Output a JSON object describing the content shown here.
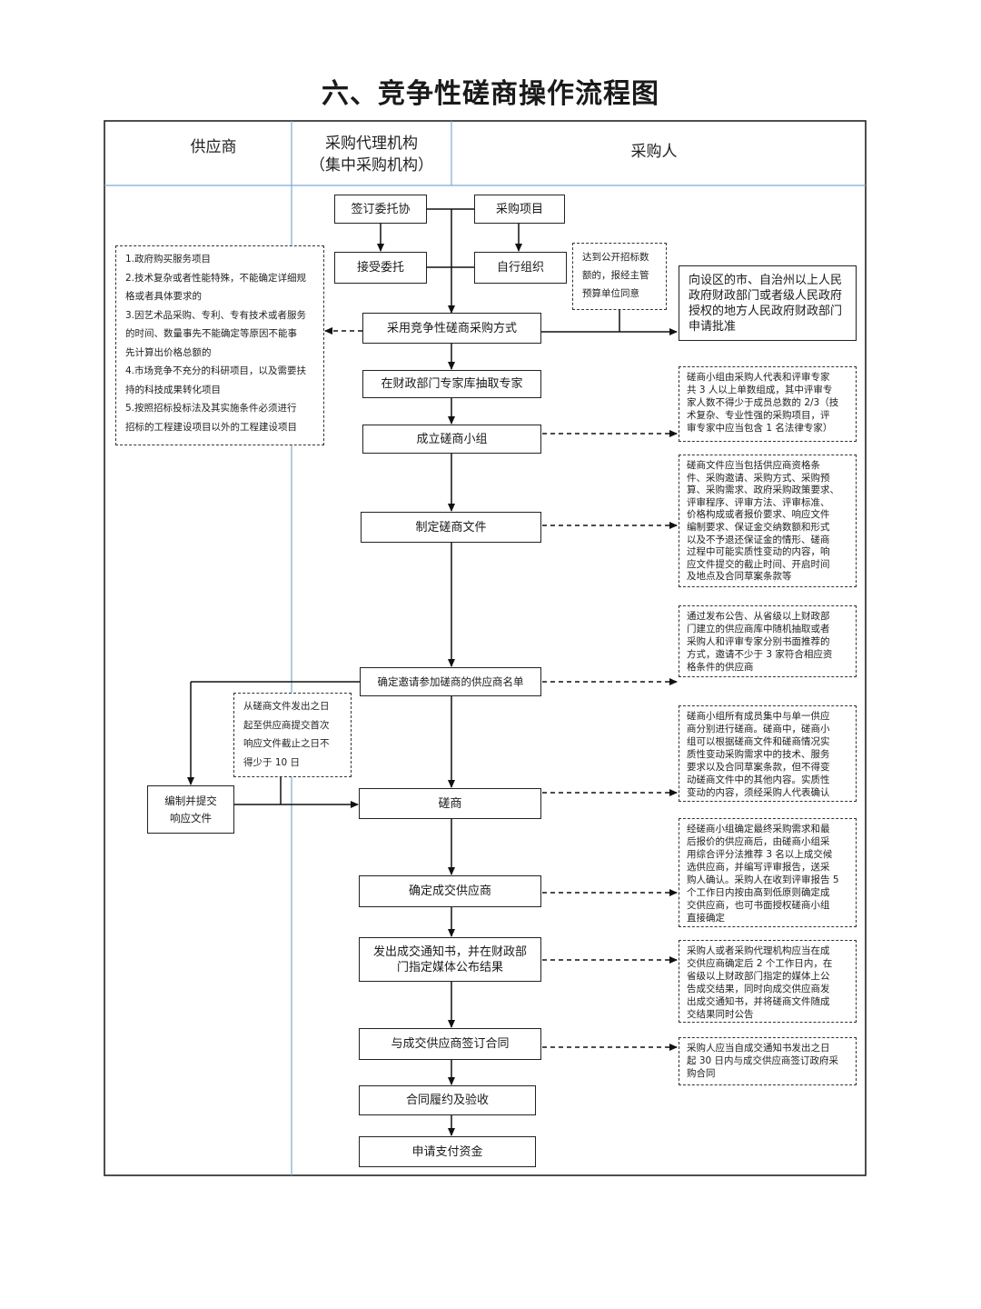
{
  "title": "六、竞争性磋商操作流程图",
  "lanes": {
    "supplier": "供应商",
    "agency_line1": "采购代理机构",
    "agency_line2": "（集中采购机构）",
    "purchaser": "采购人"
  },
  "boxes": {
    "sign_entrust": "签订委托协",
    "purchase_project": "采购项目",
    "accept_entrust": "接受委托",
    "self_organize": "自行组织",
    "adopt_method": "采用竞争性磋商采购方式",
    "experts": "在财政部门专家库抽取专家",
    "form_group": "成立磋商小组",
    "make_docs": "制定磋商文件",
    "supplier_list": "确定邀请参加磋商的供应商名单",
    "negotiate": "磋商",
    "prepare_response_line1": "编制并提交",
    "prepare_response_line2": "响应文件",
    "determine_winner": "确定成交供应商",
    "notice_line1": "发出成交通知书，并在财政部",
    "notice_line2": "门指定媒体公布结果",
    "sign_contract": "与成交供应商签订合同",
    "acceptance": "合同履约及验收",
    "payment": "申请支付资金",
    "approval_line1": "向设区的市、自治州以上人民",
    "approval_line2": "政府财政部门或者级人民政府",
    "approval_line3": "授权的地方人民政府财政部门",
    "approval_line4": "申请批准"
  },
  "notes": {
    "threshold": [
      "达到公开招标数",
      "额的，报经主管",
      "预算单位同意"
    ],
    "scope": [
      "1.政府购买服务项目",
      "2.技术复杂或者性能特殊，不能确定详细规",
      "格或者具体要求的",
      "3.因艺术品采购、专利、专有技术或者服务",
      "的时间、数量事先不能确定等原因不能事",
      "先计算出价格总额的",
      "4.市场竞争不充分的科研项目，以及需要扶",
      "持的科技成果转化项目",
      "5.按照招标投标法及其实施条件必须进行",
      "招标的工程建设项目以外的工程建设项目"
    ],
    "group_comp": [
      "磋商小组由采购人代表和评审专家",
      "共 3 人以上单数组成，其中评审专",
      "家人数不得少于成员总数的 2/3（技",
      "术复杂、专业性强的采购项目，评",
      "审专家中应当包含 1 名法律专家）"
    ],
    "docs_content": [
      "磋商文件应当包括供应商资格条",
      "件、采购邀请、采购方式、采购预",
      "算、采购需求、政府采购政策要求、",
      "评审程序、评审方法、评审标准、",
      "价格构成或者报价要求、响应文件",
      "编制要求、保证金交纳数额和形式",
      "以及不予退还保证金的情形、磋商",
      "过程中可能实质性变动的内容，响",
      "应文件提交的截止时间、开启时间",
      "及地点及合同草案条款等"
    ],
    "invite": [
      "通过发布公告、从省级以上财政部",
      "门建立的供应商库中随机抽取或者",
      "采购人和评审专家分别书面推荐的",
      "方式，邀请不少于 3 家符合相应资",
      "格条件的供应商"
    ],
    "ten_days": [
      "从磋商文件发出之日",
      "起至供应商提交首次",
      "响应文件截止之日不",
      "得少于 10 日"
    ],
    "negotiate_note": [
      "磋商小组所有成员集中与单一供应",
      "商分别进行磋商。磋商中，磋商小",
      "组可以根据磋商文件和磋商情况实",
      "质性变动采购需求中的技术、服务",
      "要求以及合同草案条款，但不得变",
      "动磋商文件中的其他内容。实质性",
      "变动的内容，须经采购人代表确认"
    ],
    "winner_note": [
      "经磋商小组确定最终采购需求和最",
      "后报价的供应商后，由磋商小组采",
      "用综合评分法推荐 3 名以上成交候",
      "选供应商，并编写评审报告，送采",
      "购人确认。采购人在收到评审报告 5",
      "个工作日内按由高到低原则确定成",
      "交供应商，也可书面授权磋商小组",
      "直接确定"
    ],
    "notice_note": [
      "采购人或者采购代理机构应当在成",
      "交供应商确定后 2 个工作日内，在",
      "省级以上财政部门指定的媒体上公",
      "告成交结果，同时向成交供应商发",
      "出成交通知书，并将磋商文件随成",
      "交结果同时公告"
    ],
    "contract_note": [
      "采购人应当自成交通知书发出之日",
      "起 30 日内与成交供应商签订政府采",
      "购合同"
    ]
  }
}
